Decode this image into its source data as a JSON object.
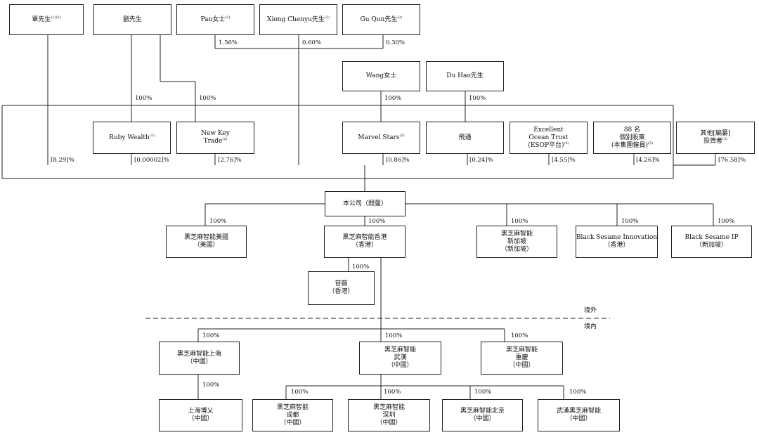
{
  "shareholders": {
    "shan": "單先生",
    "shan_note": "(1)(2)",
    "liu": "劉先生",
    "pan": "Pan女士",
    "pan_note": "(2)",
    "xiong": "Xiong Chenyu先生",
    "xiong_note": "(2)",
    "gu": "Gu Qun先生",
    "gu_note": "(2)",
    "wang": "Wang女士",
    "duhao": "Du Hao先生"
  },
  "entities": {
    "ruby": "Ruby Wealth",
    "ruby_note": "(2)",
    "newkey_1": "New Key",
    "newkey_2": "Trade",
    "newkey_note": "(2)",
    "marvel": "Marvel Stars",
    "marvel_note": "(2)",
    "feitong": "飛通",
    "excellent_1": "Excellent",
    "excellent_2": "Ocean Trust",
    "excellent_3": "(ESOP平台)",
    "excellent_note": "(4)",
    "individual_1": "88 名",
    "individual_2": "個別股東",
    "individual_3": "(本集團僱員)",
    "individual_note": "(5)",
    "others_1": "其他[編纂]",
    "others_2": "投資者",
    "others_note": "(3)"
  },
  "company": "本公司（開曼）",
  "subsidiaries": {
    "us_1": "黑芝麻智能美國",
    "us_2": "（美國）",
    "hk_1": "黑芝麻智能香港",
    "hk_2": "（香港）",
    "sg_1": "黑芝麻智能",
    "sg_2": "新加坡",
    "sg_3": "（新加坡）",
    "bsi_1": "Black Sesame Innovation",
    "bsi_2": "（香港）",
    "bsip_1": "Black Sesame IP",
    "bsip_2": "（新加坡）",
    "gongwei_1": "苷薇",
    "gongwei_2": "（香港）",
    "sh_1": "黑芝麻智能上海",
    "sh_2": "（中國）",
    "wh_1": "黑芝麻智能",
    "wh_2": "武漢",
    "wh_3": "（中國）",
    "cq_1": "黑芝麻智能",
    "cq_2": "重慶",
    "cq_3": "（中國）",
    "shby_1": "上海博乂",
    "shby_2": "（中國）",
    "cd_1": "黑芝麻智能",
    "cd_2": "成都",
    "cd_3": "（中國）",
    "sz_1": "黑芝麻智能",
    "sz_2": "深圳",
    "sz_3": "（中國）",
    "bj_1": "黑芝麻智能北京",
    "bj_2": "（中國）",
    "whbs_1": "武漢黑芝麻智能",
    "whbs_2": "（中國）"
  },
  "percentages": {
    "pan": "1.56%",
    "xiong": "0.60%",
    "gu": "0.30%",
    "shan_ruby": "100%",
    "liu_newkey": "100%",
    "wang_marvel": "100%",
    "duhao_feitong": "100%",
    "shan": "[8.29]%",
    "ruby": "[0.00002]%",
    "newkey": "[2.76]%",
    "marvel": "[0.86]%",
    "feitong": "[0.24]%",
    "excellent": "[4.55]%",
    "individual": "[4.26]%",
    "others": "[76.58]%",
    "us": "100%",
    "hk": "100%",
    "sg": "100%",
    "bsi": "100%",
    "bsip": "100%",
    "gongwei": "100%",
    "sh": "100%",
    "wh": "100%",
    "cq": "100%",
    "shby": "100%",
    "cd": "100%",
    "sz": "100%",
    "bj": "100%",
    "whbs": "100%"
  },
  "zones": {
    "offshore": "境外",
    "onshore": "境內"
  }
}
